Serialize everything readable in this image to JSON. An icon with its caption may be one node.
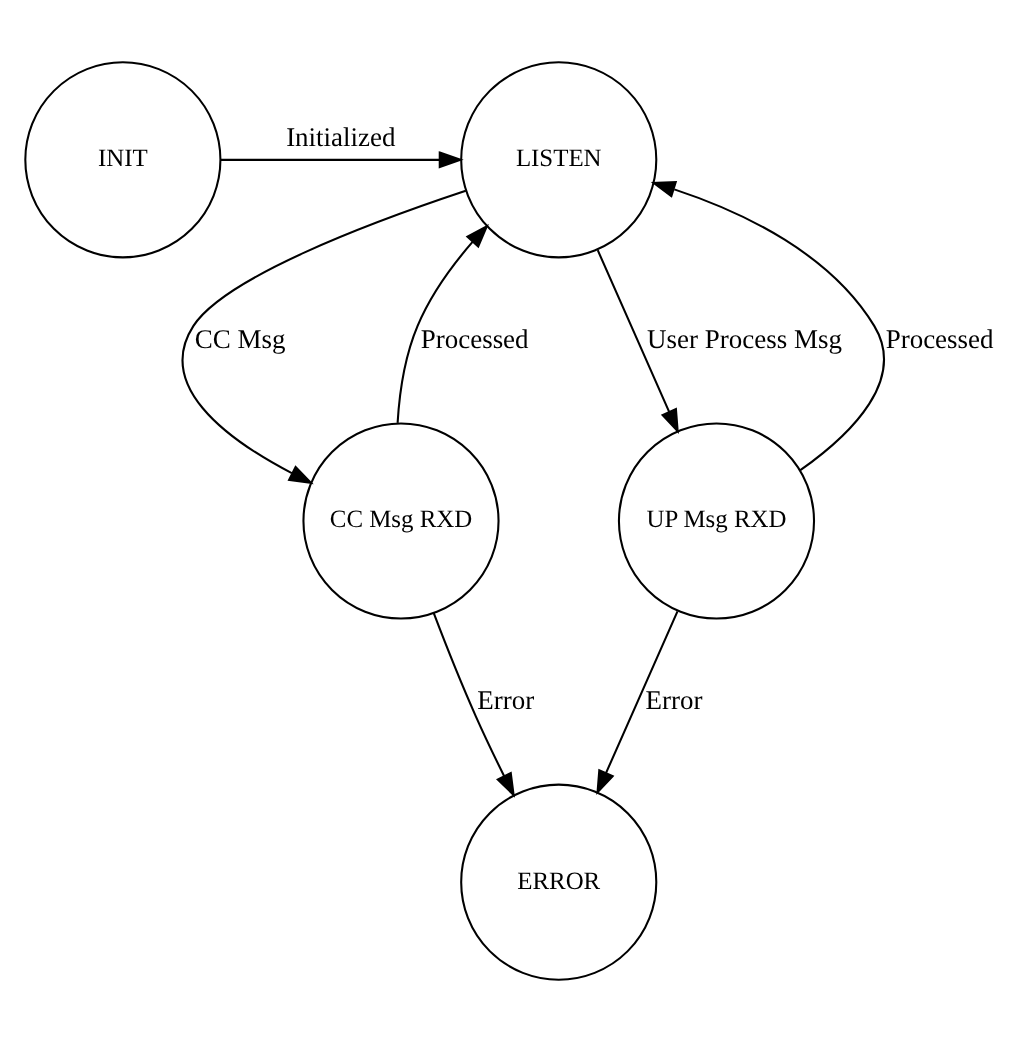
{
  "diagram": {
    "nodes": [
      {
        "text": [
          "INIT"
        ]
      },
      {
        "text": [
          "LISTEN"
        ]
      },
      {
        "text": [
          "CC Msg RXD"
        ]
      },
      {
        "text": [
          "UP Msg RXD"
        ]
      },
      {
        "text": [
          "ERROR"
        ]
      }
    ],
    "edges": [
      {
        "from": 0,
        "to": 1,
        "arrow": "to",
        "label": "Initialized"
      },
      {
        "from": 1,
        "to": 2,
        "arrow": "to",
        "label": "CC Msg"
      },
      {
        "from": 2,
        "to": 1,
        "arrow": "to",
        "label": "Processed"
      },
      {
        "from": 1,
        "to": 3,
        "arrow": "to",
        "label": "User Process Msg"
      },
      {
        "from": 3,
        "to": 1,
        "arrow": "to",
        "label": "Processed"
      },
      {
        "from": 2,
        "to": 4,
        "arrow": "to",
        "label": "Error"
      },
      {
        "from": 3,
        "to": 4,
        "arrow": "to",
        "label": "Error"
      }
    ]
  }
}
